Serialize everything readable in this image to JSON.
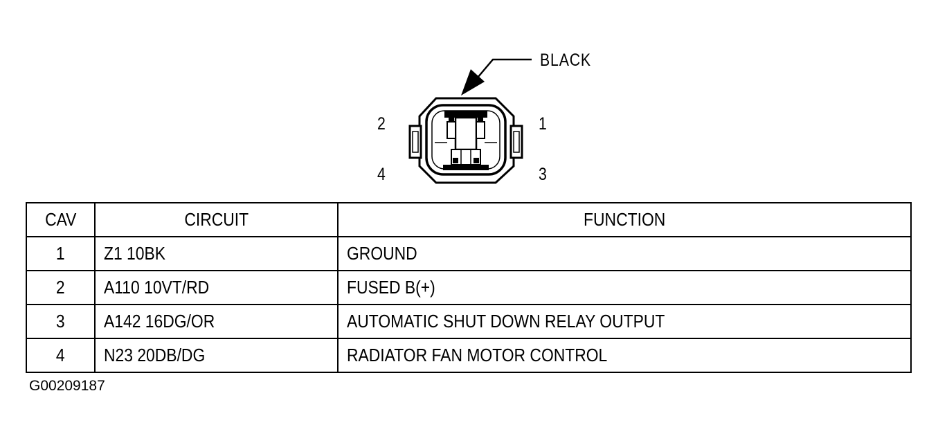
{
  "connector": {
    "color_label": "BLACK",
    "pin_labels": {
      "p1": "1",
      "p2": "2",
      "p3": "3",
      "p4": "4"
    }
  },
  "table": {
    "headers": [
      "CAV",
      "CIRCUIT",
      "FUNCTION"
    ],
    "rows": [
      {
        "cav": "1",
        "circuit": "Z1 10BK",
        "function": "GROUND"
      },
      {
        "cav": "2",
        "circuit": "A110 10VT/RD",
        "function": "FUSED B(+)"
      },
      {
        "cav": "3",
        "circuit": "A142 16DG/OR",
        "function": "AUTOMATIC SHUT DOWN RELAY OUTPUT"
      },
      {
        "cav": "4",
        "circuit": "N23 20DB/DG",
        "function": "RADIATOR FAN MOTOR CONTROL"
      }
    ]
  },
  "figure_id": "G00209187"
}
